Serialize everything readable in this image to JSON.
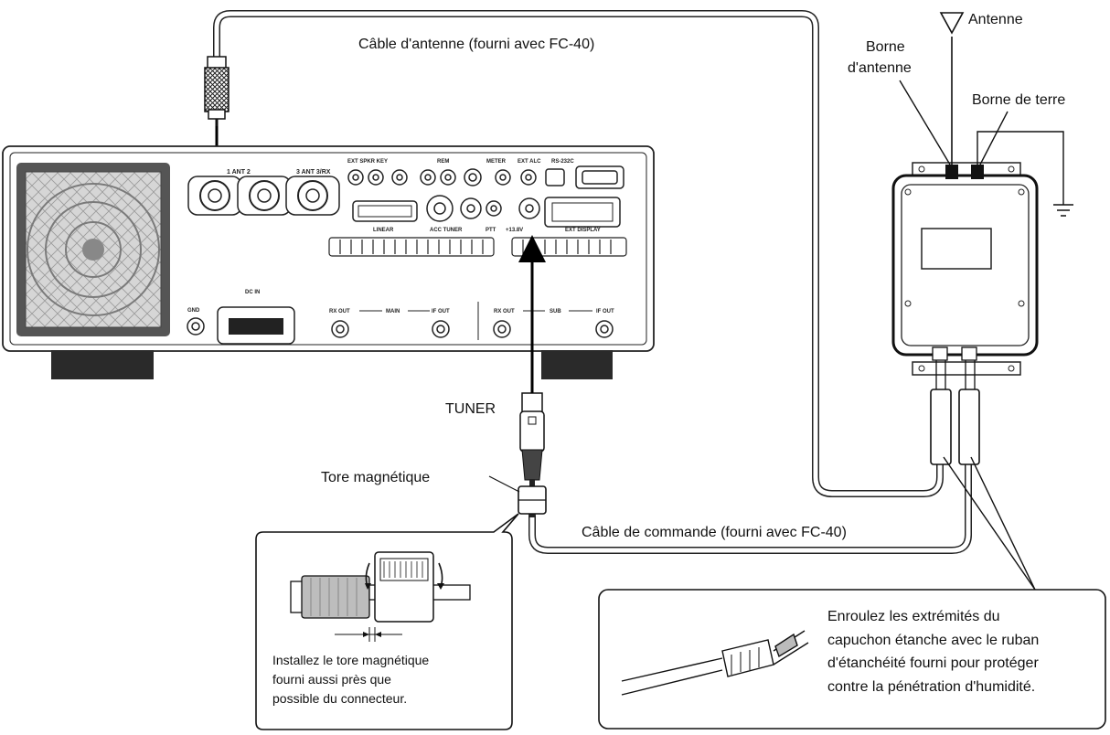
{
  "labels": {
    "antenna_cable": "Câble d'antenne (fourni avec FC-40)",
    "antenna": "Antenne",
    "antenna_terminal_line1": "Borne",
    "antenna_terminal_line2": "d'antenne",
    "ground_terminal": "Borne de terre",
    "tuner": "TUNER",
    "ferrite_core": "Tore magnétique",
    "control_cable": "Câble de commande (fourni avec FC-40)"
  },
  "notes": {
    "ferrite_install": [
      "Installez le tore magnétique",
      "fourni aussi près que",
      "possible du connecteur."
    ],
    "tape_wrap": [
      "Enroulez les extrémités du",
      "capuchon étanche avec le ruban",
      "d'étanchéité fourni pour protéger",
      "contre la pénétration d'humidité."
    ]
  },
  "panel_labels": {
    "ant1": "1 ANT 2",
    "ant3": "3 ANT 3/RX",
    "ext_spkr": "EXT SPKR KEY",
    "rem": "REM",
    "meter": "METER",
    "ext_alc": "EXT ALC",
    "rs232c": "RS-232C",
    "linear": "LINEAR",
    "acc_tuner": "ACC TUNER",
    "ptt": "PTT",
    "dc13": "+13.8V",
    "ext_display": "EXT DISPLAY",
    "gnd": "GND",
    "dc_in": "DC IN",
    "rx_out_main": "RX OUT",
    "main": "MAIN",
    "if_out_main": "IF OUT",
    "rx_out_sub": "RX OUT",
    "sub": "SUB",
    "if_out_sub": "IF OUT"
  }
}
